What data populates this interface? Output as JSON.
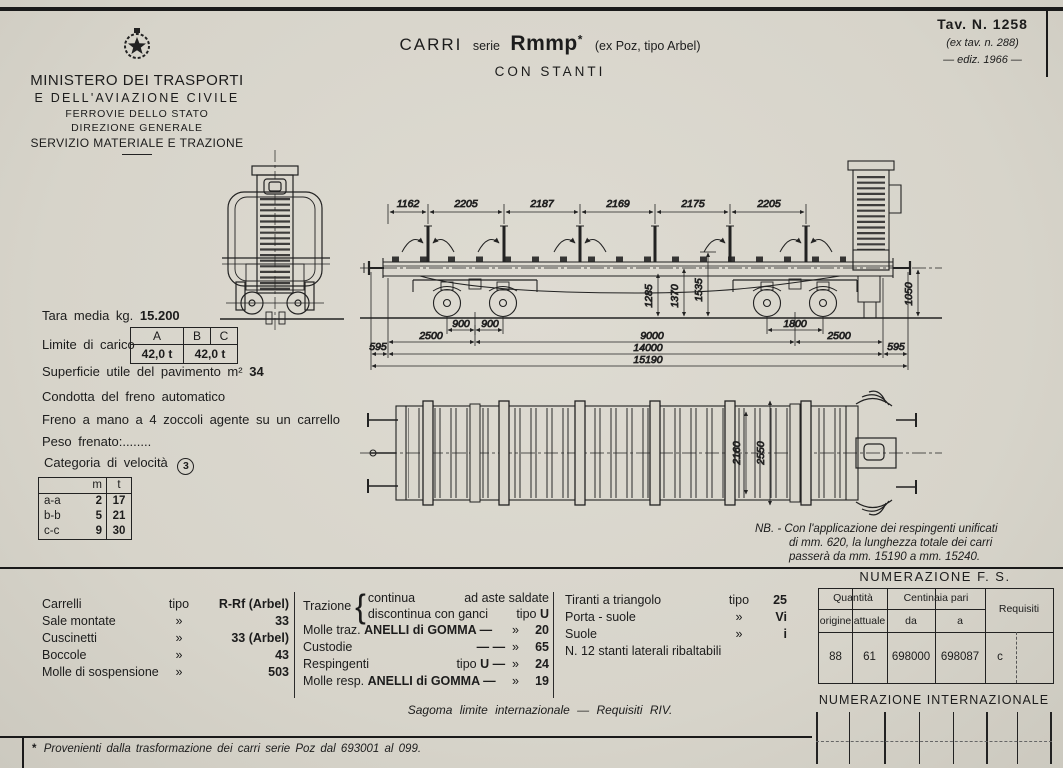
{
  "doc": {
    "tav": "Tav. N. 1258",
    "ex_tav": "(ex tav. n. 288)",
    "ediz": "— ediz. 1966 —"
  },
  "ministry": {
    "l1": "MINISTERO DEI TRASPORTI",
    "l2": "E DELL'AVIAZIONE CIVILE",
    "l3": "FERROVIE DELLO STATO",
    "l4": "DIREZIONE GENERALE",
    "l5": "SERVIZIO MATERIALE E TRAZIONE"
  },
  "title": {
    "carri": "CARRI",
    "serie": "serie",
    "name": "Rmmp",
    "star": "*",
    "ex": "(ex Poz, tipo Arbel)",
    "sub": "CON STANTI"
  },
  "specs": {
    "tara_label": "Tara media kg.",
    "tara_value": "15.200",
    "limite_label": "Limite di carico",
    "limite_cols": {
      "a": "A",
      "b": "B",
      "c": "C"
    },
    "limite_vals": {
      "v1": "42,0 t",
      "v2": "42,0 t"
    },
    "superficie_label": "Superficie utile del pavimento m²",
    "superficie_value": "34",
    "condotta": "Condotta del freno automatico",
    "freno": "Freno a mano a 4 zoccoli agente su un carrello",
    "peso": "Peso frenato:........",
    "categoria_label": "Categoria di velocità",
    "categoria_value": "3"
  },
  "speed_table": {
    "col_m": "m",
    "col_t": "t",
    "rows": [
      {
        "k": "a-a",
        "m": "2",
        "t": "17"
      },
      {
        "k": "b-b",
        "m": "5",
        "t": "21"
      },
      {
        "k": "c-c",
        "m": "9",
        "t": "30"
      }
    ]
  },
  "nb": {
    "l1": "NB. - Con l'applicazione dei respingenti unificati",
    "l2": "di mm. 620, la lunghezza totale dei carri",
    "l3": "passerà da mm. 15190 a mm. 15240."
  },
  "parts_left": {
    "rows": [
      {
        "label": "Carrelli",
        "tipo": "tipo",
        "value": "R-Rf (Arbel)"
      },
      {
        "label": "Sale montate",
        "tipo": "»",
        "value": "33"
      },
      {
        "label": "Cuscinetti",
        "tipo": "»",
        "value": "33 (Arbel)"
      },
      {
        "label": "Boccole",
        "tipo": "»",
        "value": "43"
      },
      {
        "label": "Molle di sospensione",
        "tipo": "»",
        "value": "503"
      }
    ]
  },
  "parts_mid": {
    "trazione": "Trazione",
    "r1l": "continua",
    "r1r": "ad aste saldate",
    "r2l": "discontinua con ganci",
    "r2r_tipo": "tipo",
    "r2r_val": "U",
    "molle_traz_pre": "Molle traz.",
    "molle_traz_bold": "ANELLI di GOMMA —",
    "molle_traz_sym": "»",
    "molle_traz_val": "20",
    "custodie": "Custodie",
    "custodie_dash": "— —",
    "custodie_sym": "»",
    "custodie_val": "65",
    "respingenti": "Respingenti",
    "respingenti_tipo": "tipo",
    "respingenti_bold": "U —",
    "respingenti_sym": "»",
    "respingenti_val": "24",
    "molle_resp_pre": "Molle resp.",
    "molle_resp_bold": "ANELLI di GOMMA —",
    "molle_resp_sym": "»",
    "molle_resp_val": "19"
  },
  "parts_right": {
    "rows": [
      {
        "label": "Tiranti a triangolo",
        "tipo": "tipo",
        "value": "25"
      },
      {
        "label": "Porta - suole",
        "tipo": "»",
        "value": "Vi"
      },
      {
        "label": "Suole",
        "tipo": "»",
        "value": "i"
      }
    ],
    "note": "N. 12 stanti laterali ribaltabili"
  },
  "fs_table": {
    "title": "NUMERAZIONE  F. S.",
    "quantita": "Quantità",
    "origine": "origine",
    "attuale": "attuale",
    "centinaia": "Centinaia pari",
    "da": "da",
    "a": "a",
    "requisiti": "Requisiti",
    "v_origine": "88",
    "v_attuale": "61",
    "v_da": "698000",
    "v_a": "698087",
    "v_req": "c"
  },
  "int_table": {
    "title": "NUMERAZIONE  INTERNAZIONALE"
  },
  "footer": {
    "sagoma": "Sagoma limite internazionale — Requisiti RIV.",
    "star": "*",
    "footnote": "Provenienti dalla trasformazione dei carri serie Poz dal 693001 al 099."
  },
  "drawing": {
    "dims_top": [
      "1162",
      "2205",
      "2187",
      "2169",
      "2175",
      "2205"
    ],
    "dims_heights": [
      "1285",
      "1370",
      "1535",
      "1050"
    ],
    "dims_bottom": {
      "b900a": "900",
      "b900b": "900",
      "b1800": "1800",
      "b2500l": "2500",
      "b9000": "9000",
      "b2500r": "2500",
      "b595l": "595",
      "b14000": "14000",
      "b595r": "595",
      "b15190": "15190"
    },
    "dims_plan": [
      "2160",
      "2550"
    ]
  },
  "colors": {
    "paper": "#d7d4ca",
    "ink": "#1c1c1c"
  }
}
